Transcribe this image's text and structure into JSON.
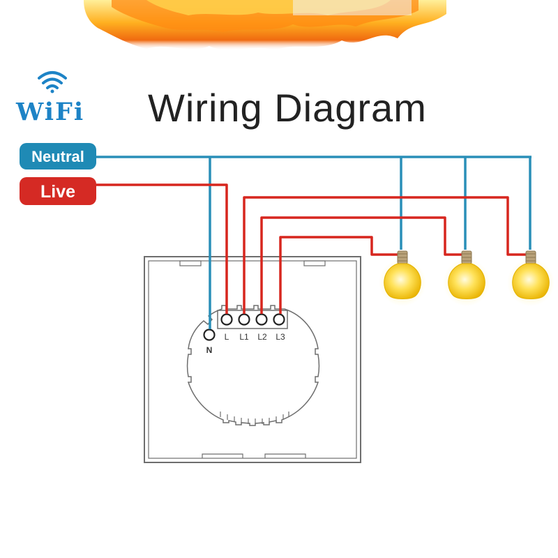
{
  "header": {
    "wifi_text": "WiFi",
    "title": "Wiring Diagram"
  },
  "legend": {
    "neutral_label": "Neutral",
    "live_label": "Live"
  },
  "switch": {
    "terminals": [
      {
        "id": "N",
        "label": "N"
      },
      {
        "id": "L",
        "label": "L"
      },
      {
        "id": "L1",
        "label": "L1"
      },
      {
        "id": "L2",
        "label": "L2"
      },
      {
        "id": "L3",
        "label": "L3"
      }
    ]
  },
  "colors": {
    "neutral": "#2a8fb8",
    "live": "#d7261e",
    "neutral_badge": "#1f8ab5",
    "live_badge": "#d52a24",
    "wifi": "#1d83c6",
    "title": "#222222",
    "bulb": "#f7d21c",
    "bulb_base": "#b9a27a",
    "panel_stroke": "#6e6e6e"
  },
  "icons": {
    "wifi": "wifi-signal-icon",
    "bulb": "light-bulb-icon",
    "flame": "fire-banner"
  }
}
